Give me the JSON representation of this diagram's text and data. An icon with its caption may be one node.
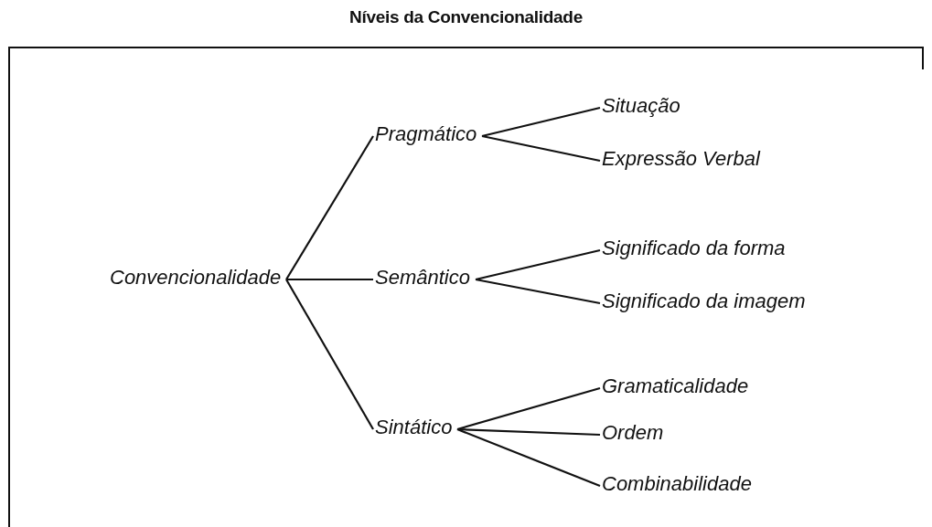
{
  "diagram": {
    "title": "Níveis da Convencionalidade",
    "nodes": [
      {
        "text": [
          "Convencionalidade"
        ]
      },
      {
        "text": [
          "Pragmático"
        ]
      },
      {
        "text": [
          "Semântico"
        ]
      },
      {
        "text": [
          "Sintático"
        ]
      },
      {
        "text": [
          "Situação"
        ]
      },
      {
        "text": [
          "Expressão Verbal"
        ]
      },
      {
        "text": [
          "Significado da forma"
        ]
      },
      {
        "text": [
          "Significado da imagem"
        ]
      },
      {
        "text": [
          "Gramaticalidade"
        ]
      },
      {
        "text": [
          "Ordem"
        ]
      },
      {
        "text": [
          "Combinabilidade"
        ]
      }
    ],
    "edges": [
      {
        "from": 0,
        "to": 1,
        "arrow": "none"
      },
      {
        "from": 0,
        "to": 2,
        "arrow": "none"
      },
      {
        "from": 0,
        "to": 3,
        "arrow": "none"
      },
      {
        "from": 1,
        "to": 4,
        "arrow": "none"
      },
      {
        "from": 1,
        "to": 5,
        "arrow": "none"
      },
      {
        "from": 2,
        "to": 6,
        "arrow": "none"
      },
      {
        "from": 2,
        "to": 7,
        "arrow": "none"
      },
      {
        "from": 3,
        "to": 8,
        "arrow": "none"
      },
      {
        "from": 3,
        "to": 9,
        "arrow": "none"
      },
      {
        "from": 3,
        "to": 10,
        "arrow": "none"
      }
    ]
  }
}
